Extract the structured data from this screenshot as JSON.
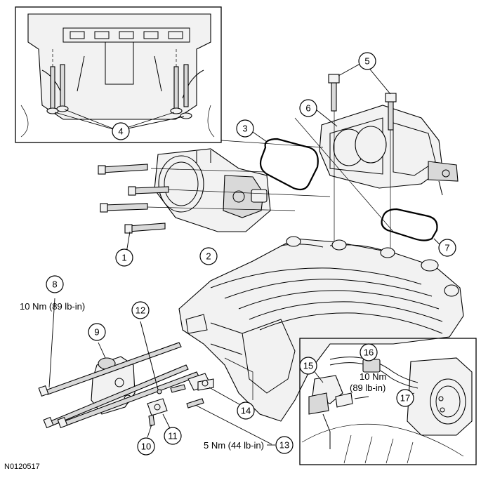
{
  "figure_code": "N0120517",
  "callouts": {
    "c1": "1",
    "c2": "2",
    "c3": "3",
    "c4": "4",
    "c5": "5",
    "c6": "6",
    "c7": "7",
    "c8": "8",
    "c9": "9",
    "c10": "10",
    "c11": "11",
    "c12": "12",
    "c13": "13",
    "c14": "14",
    "c15": "15",
    "c16": "16",
    "c17": "17"
  },
  "torques": {
    "t8": "10 Nm (89 lb-in)",
    "t13": "5 Nm (44 lb-in)",
    "t16_line1": "10 Nm",
    "t16_line2": "(89 lb-in)"
  }
}
